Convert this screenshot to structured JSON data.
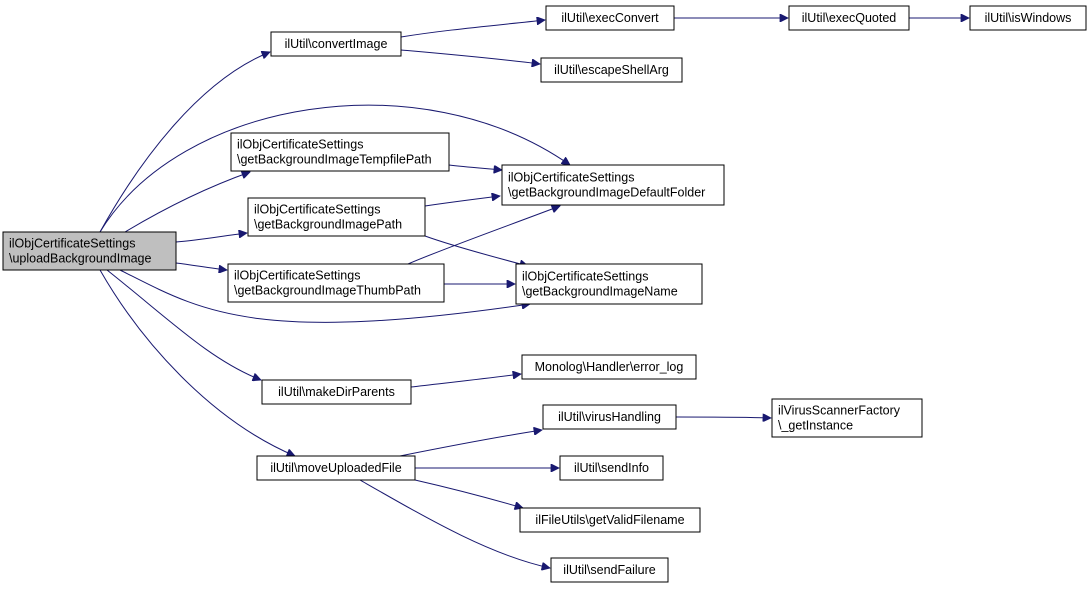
{
  "diagram": {
    "type": "call-graph",
    "colors": {
      "edge": "#191970",
      "root_fill": "#bfbfbf",
      "node_fill": "#ffffff",
      "border": "#000000"
    },
    "nodes": [
      {
        "id": "root",
        "lines": [
          "ilObjCertificateSettings",
          "\\uploadBackgroundImage"
        ],
        "root": true
      },
      {
        "id": "convertImage",
        "lines": [
          "ilUtil\\convertImage"
        ]
      },
      {
        "id": "execConvert",
        "lines": [
          "ilUtil\\execConvert"
        ]
      },
      {
        "id": "execQuoted",
        "lines": [
          "ilUtil\\execQuoted"
        ]
      },
      {
        "id": "isWindows",
        "lines": [
          "ilUtil\\isWindows"
        ]
      },
      {
        "id": "escapeShellArg",
        "lines": [
          "ilUtil\\escapeShellArg"
        ]
      },
      {
        "id": "tempfilePath",
        "lines": [
          "ilObjCertificateSettings",
          "\\getBackgroundImageTempfilePath"
        ]
      },
      {
        "id": "defaultFolder",
        "lines": [
          "ilObjCertificateSettings",
          "\\getBackgroundImageDefaultFolder"
        ]
      },
      {
        "id": "imagePath",
        "lines": [
          "ilObjCertificateSettings",
          "\\getBackgroundImagePath"
        ]
      },
      {
        "id": "thumbPath",
        "lines": [
          "ilObjCertificateSettings",
          "\\getBackgroundImageThumbPath"
        ]
      },
      {
        "id": "imageName",
        "lines": [
          "ilObjCertificateSettings",
          "\\getBackgroundImageName"
        ]
      },
      {
        "id": "makeDirParents",
        "lines": [
          "ilUtil\\makeDirParents"
        ]
      },
      {
        "id": "errorLog",
        "lines": [
          "Monolog\\Handler\\error_log"
        ]
      },
      {
        "id": "moveUploadedFile",
        "lines": [
          "ilUtil\\moveUploadedFile"
        ]
      },
      {
        "id": "virusHandling",
        "lines": [
          "ilUtil\\virusHandling"
        ]
      },
      {
        "id": "getInstance",
        "lines": [
          "ilVirusScannerFactory",
          "\\_getInstance"
        ]
      },
      {
        "id": "sendInfo",
        "lines": [
          "ilUtil\\sendInfo"
        ]
      },
      {
        "id": "getValidFilename",
        "lines": [
          "ilFileUtils\\getValidFilename"
        ]
      },
      {
        "id": "sendFailure",
        "lines": [
          "ilUtil\\sendFailure"
        ]
      }
    ],
    "edges": [
      [
        "root",
        "convertImage"
      ],
      [
        "convertImage",
        "execConvert"
      ],
      [
        "execConvert",
        "execQuoted"
      ],
      [
        "execQuoted",
        "isWindows"
      ],
      [
        "convertImage",
        "escapeShellArg"
      ],
      [
        "root",
        "defaultFolder"
      ],
      [
        "root",
        "tempfilePath"
      ],
      [
        "tempfilePath",
        "defaultFolder"
      ],
      [
        "root",
        "imagePath"
      ],
      [
        "imagePath",
        "defaultFolder"
      ],
      [
        "imagePath",
        "imageName"
      ],
      [
        "root",
        "thumbPath"
      ],
      [
        "thumbPath",
        "defaultFolder"
      ],
      [
        "thumbPath",
        "imageName"
      ],
      [
        "root",
        "imageName"
      ],
      [
        "root",
        "makeDirParents"
      ],
      [
        "makeDirParents",
        "errorLog"
      ],
      [
        "root",
        "moveUploadedFile"
      ],
      [
        "moveUploadedFile",
        "virusHandling"
      ],
      [
        "virusHandling",
        "getInstance"
      ],
      [
        "moveUploadedFile",
        "sendInfo"
      ],
      [
        "moveUploadedFile",
        "getValidFilename"
      ],
      [
        "moveUploadedFile",
        "sendFailure"
      ]
    ]
  }
}
